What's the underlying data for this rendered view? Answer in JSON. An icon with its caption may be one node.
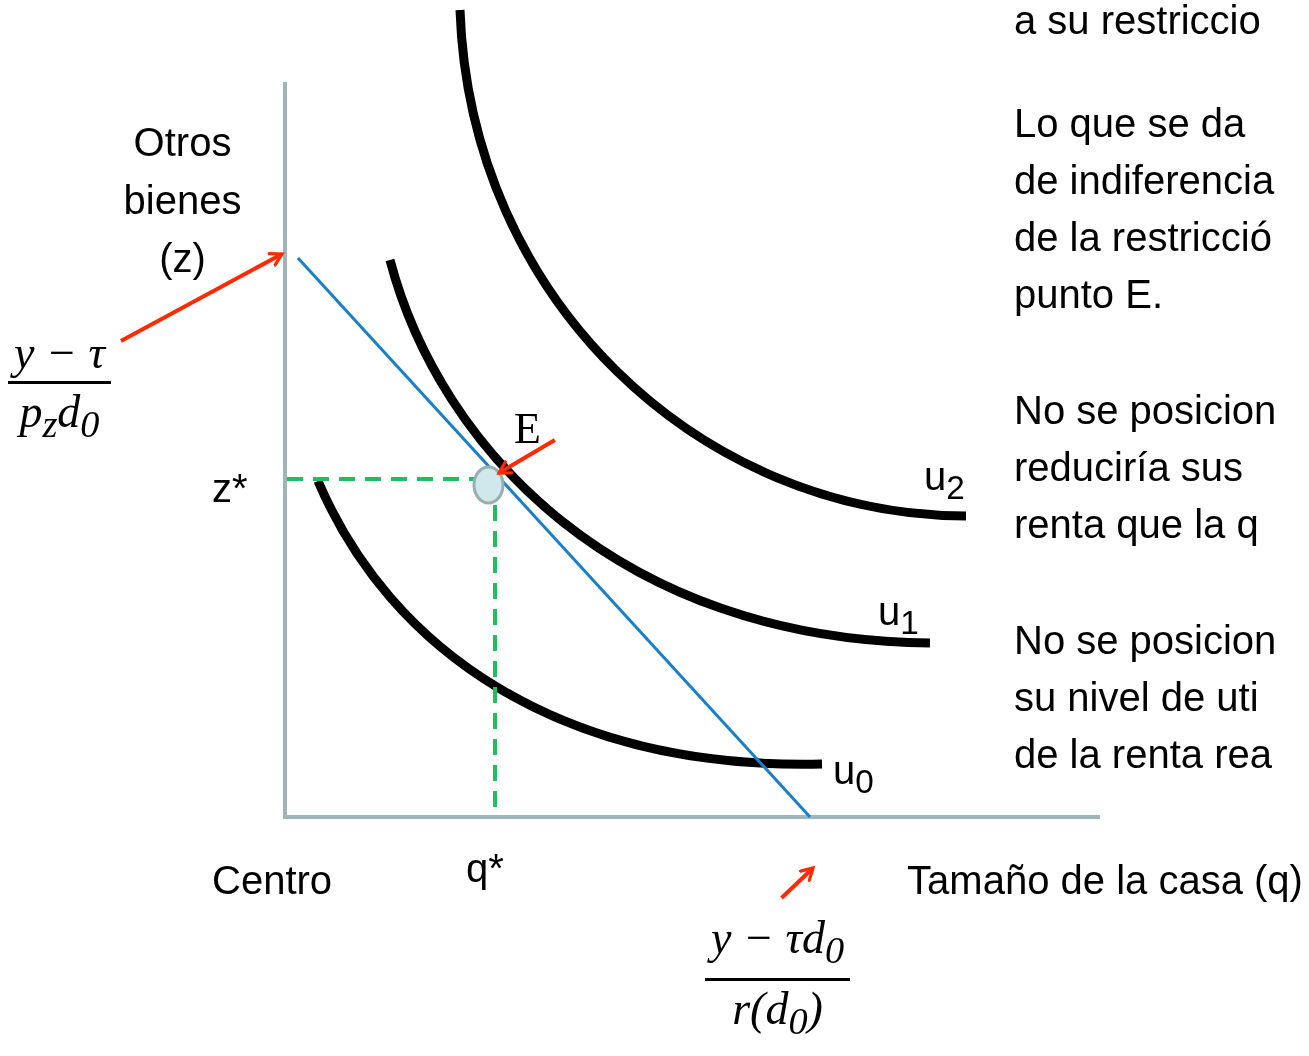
{
  "diagram": {
    "nodes": [
      {
        "text": [
          "y − τ",
          "p$_{z}$d$_{0}$"
        ]
      },
      {
        "text": [
          "y − τd$_{0}$",
          "r(d$_{0}$)"
        ]
      },
      {
        "text": [
          "E"
        ]
      },
      {
        "text": [],
        "shape": "circle"
      }
    ],
    "edges": [
      {
        "from": 0,
        "to": null,
        "arrow": "to"
      },
      {
        "from": 1,
        "to": null,
        "arrow": "to"
      },
      {
        "from": 2,
        "to": 3,
        "arrow": "to"
      }
    ],
    "labels": [
      "Otros bienes (z)",
      "z*",
      "Centro",
      "q*",
      "Tamaño de la casa (q)",
      "u$_{2}$",
      "u$_{1}$",
      "u$_{0}$",
      "a su restriccio",
      "Lo que se da de indiferencia de la restricció punto E.",
      "No se posicion reduciría sus renta que la q",
      "No se posicion su nivel de uti de la renta rea"
    ]
  }
}
